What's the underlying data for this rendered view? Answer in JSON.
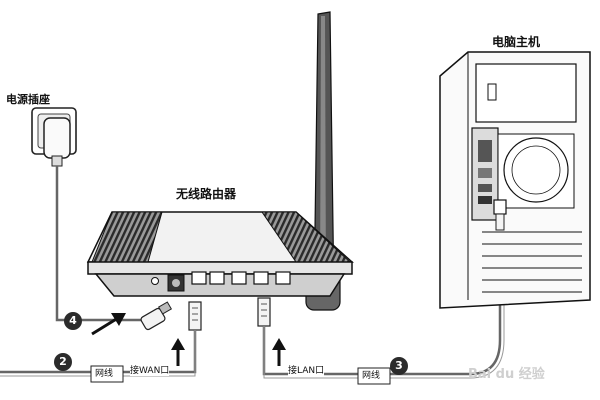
{
  "labels": {
    "power_outlet": "电源插座",
    "router": "无线路由器",
    "computer": "电脑主机",
    "wan_port": "接WAN口",
    "lan_port": "接LAN口",
    "cable_left": "网线",
    "cable_right": "网线"
  },
  "steps": [
    "4",
    "2",
    "3"
  ],
  "watermark": "Bai du 经验",
  "colors": {
    "ink": "#111111",
    "cable": "#666666",
    "marker": "#2b2b2b"
  }
}
